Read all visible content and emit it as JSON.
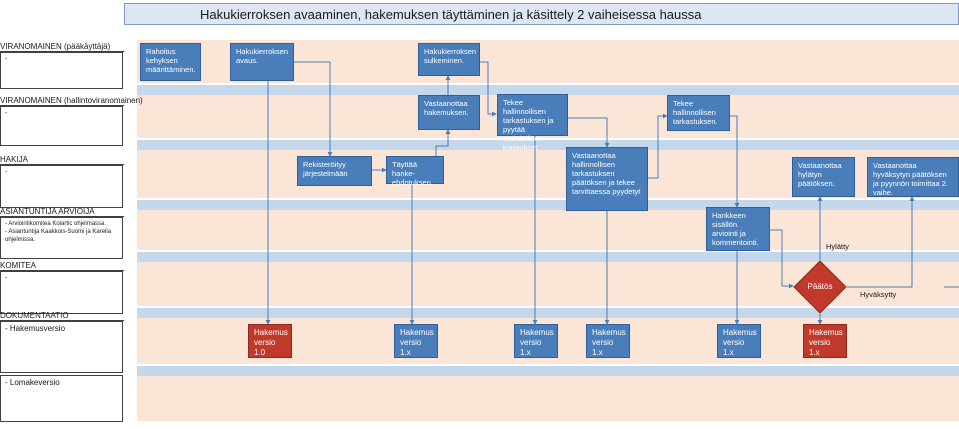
{
  "title": "Hakukierroksen avaaminen,  hakemuksen täyttäminen ja käsittely  2 vaiheisessa haussa",
  "lanes": [
    {
      "name": "VIRANOMAINEN (pääkäyttäjä)",
      "detail": "-"
    },
    {
      "name": "VIRANOMAINEN (hallintoviranomainen)",
      "detail": "-"
    },
    {
      "name": "HAKIJA",
      "detail": "-"
    },
    {
      "name": "ASIANTUNTIJA ARVIOIJA",
      "detail": "- Arviointikomitea Kolartic ohjelmassa.\n- Asiantuntija Kaakkois-Suomi ja Karelia ohjelmissa."
    },
    {
      "name": "KOMITEA",
      "detail": "-"
    },
    {
      "name": "DOKUMENTAATIO",
      "detail": "- Hakemusversio"
    },
    {
      "name": "",
      "detail": "- Lomakeversio"
    }
  ],
  "nodes": {
    "rahoitus": "Rahoitus kehyksen määrittäminen.",
    "avaus": "Hakukierroksen avaus.",
    "sulkeminen": "Hakukierroksen sulkeminen.",
    "vastaanottaa_hakemuksen": "Vastaanottaa hakemuksen.",
    "tarkastus_pyytaa": "Tekee hallinnollisen tarkastuksen ja pyytää mahdolliset korjaukset.",
    "tarkastus": "Tekee hallinnollisen tarkastuksen.",
    "rekisteroityy": "Rekisteröityy järjestelmään",
    "tayttaa": "Täyttää hanke-ehdotuksen.",
    "vastaanottaa_paatoksen": "Vastaanottaa hallinnollisen tarkastuksen päätöksen ja tekee tarvittaessa pyydetyt",
    "hylatyn": "Vastaanottaa hylätyn päätöksen.",
    "hyvaksytyn": "Vastaanottaa hyväksytyn päätöksen ja pyynnön toimittaa 2. vaihe.",
    "arviointi": "Hankkeen sisällön arviointi ja kommentointi.",
    "paatos": "Päätös",
    "v1": "Hakemus versio 1.0",
    "v2": "Hakemus versio 1.x",
    "v3": "Hakemus versio 1.x",
    "v4": "Hakemus versio 1.x",
    "v5": "Hakemus versio 1.x",
    "v6": "Hakemus versio 1.x"
  },
  "labels": {
    "hylatty": "Hylätty",
    "hyvaksytty": "Hyväksytty"
  },
  "colors": {
    "process": "#4a7ebb",
    "decision": "#c0392b",
    "lane": "#fbe5d6",
    "separator": "#c5d7ea"
  }
}
